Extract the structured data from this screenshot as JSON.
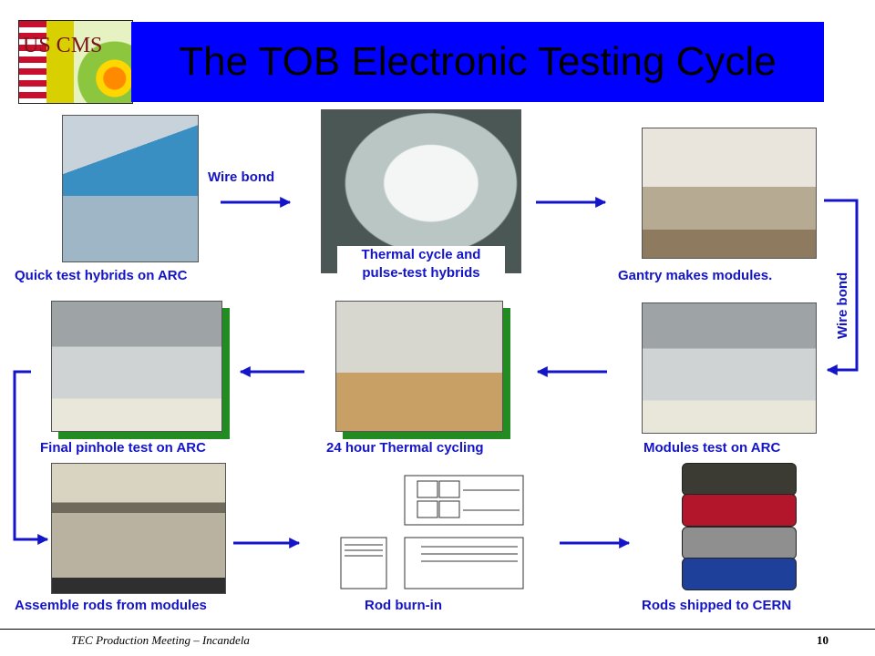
{
  "slide": {
    "title": "The TOB Electronic Testing Cycle",
    "logo_text": "US CMS"
  },
  "labels": {
    "quick_test": "Quick test hybrids on ARC",
    "wire_bond_top": "Wire bond",
    "thermal_cycle_line1": "Thermal cycle and",
    "thermal_cycle_line2": "pulse-test hybrids",
    "gantry": "Gantry makes modules.",
    "wire_bond_side": "Wire bond",
    "final_pinhole": "Final pinhole test on ARC",
    "thermal_24h": "24 hour Thermal cycling",
    "modules_test": "Modules test on ARC",
    "assemble_rods": "Assemble rods from modules",
    "rod_burnin": "Rod burn-in",
    "rods_shipped": "Rods shipped to CERN"
  },
  "footer": {
    "left": "TEC Production Meeting  – Incandela",
    "page_number": "10"
  },
  "colors": {
    "title_bar": "#0000ff",
    "label_text": "#1414c8",
    "arrow": "#1414c8",
    "photo_shadow": "#228b22"
  },
  "icons": {
    "arrow": "right-arrow-icon"
  }
}
